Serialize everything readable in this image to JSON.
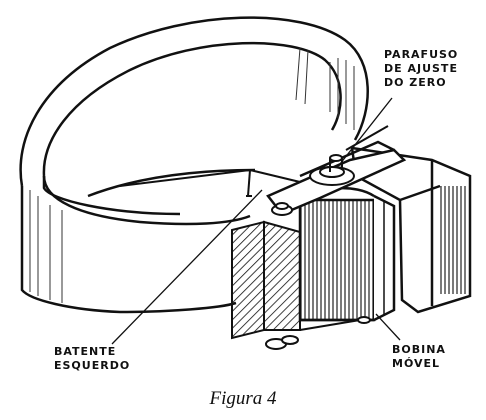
{
  "labels": {
    "zero_adjust": [
      "PARAFUSO",
      "DE AJUSTE",
      "DO ZERO"
    ],
    "left_stop": [
      "BATENTE",
      "ESQUERDO"
    ],
    "moving_coil": [
      "BOBINA",
      "MÓVEL"
    ]
  },
  "caption": "Figura 4"
}
